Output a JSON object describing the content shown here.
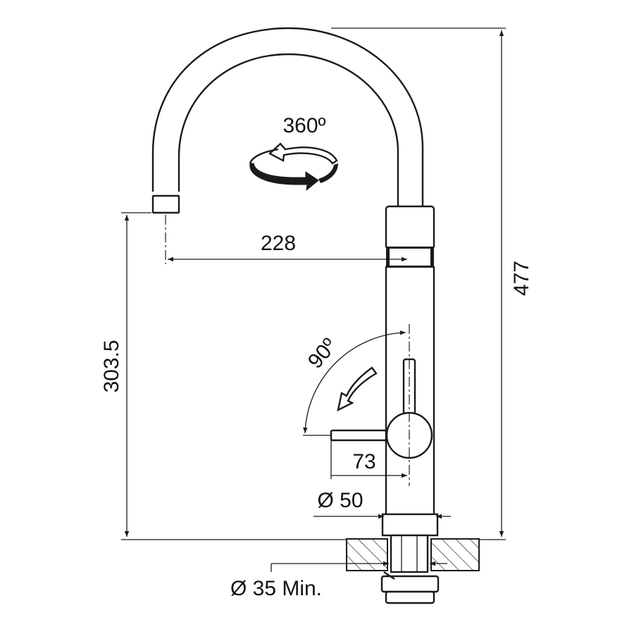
{
  "diagram": {
    "rotation_label": "360º",
    "spout_reach_label": "228",
    "total_height_label": "477",
    "spout_height_label": "303.5",
    "lever_angle_label": "90º",
    "lever_reach_label": "73",
    "body_diameter_label": "Ø 50",
    "hole_diameter_label": "Ø 35 Min."
  }
}
